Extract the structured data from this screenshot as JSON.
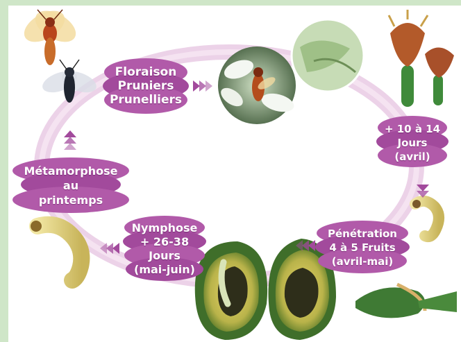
{
  "diagram": {
    "stages": {
      "flowering": {
        "text": "Floraison\nPruniers\nPrunelliers"
      },
      "delay": {
        "text": "+ 10 à 14\nJours\n(avril)"
      },
      "penetration": {
        "text": "Pénétration\n4 à 5 Fruits\n(avril-mai)"
      },
      "pupation": {
        "text": "Nymphose\n+ 26-38\nJours\n(mai-juin)"
      },
      "metamorphosis": {
        "text": "Métamorphose\nau\nprintemps"
      }
    },
    "illustrations": [
      "adult-sawflies-icon",
      "sawfly-on-blossom-photo",
      "blossom-closeup-photo",
      "plum-flowers-icon",
      "larva-small-icon",
      "infested-fruit-icon",
      "cut-plum-with-larva-icon",
      "larva-large-icon"
    ]
  },
  "colors": {
    "oval": "#a24a9c",
    "oval_light": "#c57fbe",
    "ring": "#e9cbe4",
    "arrow": "#a24a9c",
    "page_frame": "#cfe6c8"
  }
}
